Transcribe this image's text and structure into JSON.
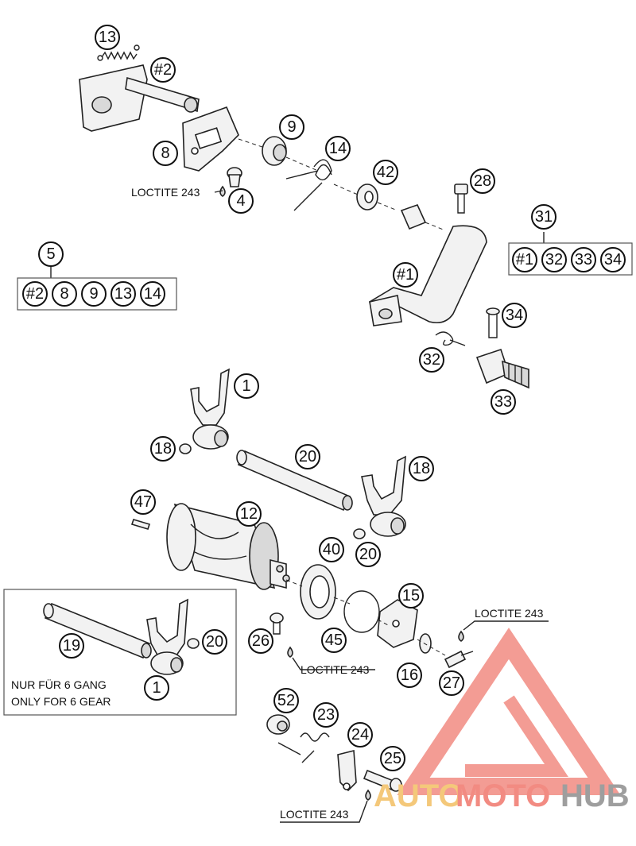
{
  "callouts": [
    "13",
    "#2",
    "9",
    "14",
    "42",
    "28",
    "8",
    "4",
    "31",
    "5",
    "#1",
    "34",
    "32",
    "33",
    "1",
    "18",
    "20",
    "47",
    "12",
    "40",
    "15",
    "45",
    "16",
    "19",
    "26",
    "27",
    "52",
    "23",
    "24",
    "25"
  ],
  "kits": {
    "kit_31": {
      "label": "31",
      "items": [
        "#1",
        "32",
        "33",
        "34"
      ]
    },
    "kit_5": {
      "label": "5",
      "items": [
        "#2",
        "8",
        "9",
        "13",
        "14"
      ]
    }
  },
  "notes": {
    "loctite": "LOCTITE 243",
    "six_gear_de": "NUR FÜR 6 GANG",
    "six_gear_en": "ONLY FOR 6 GEAR"
  },
  "watermark": {
    "part1": "AUTO",
    "part2": "MOTO",
    "part3": "HUB",
    "colors": {
      "auto": "#f4c87a",
      "moto": "#f28b82",
      "hub": "#9e9e9e",
      "logo": "#f28b82"
    }
  }
}
